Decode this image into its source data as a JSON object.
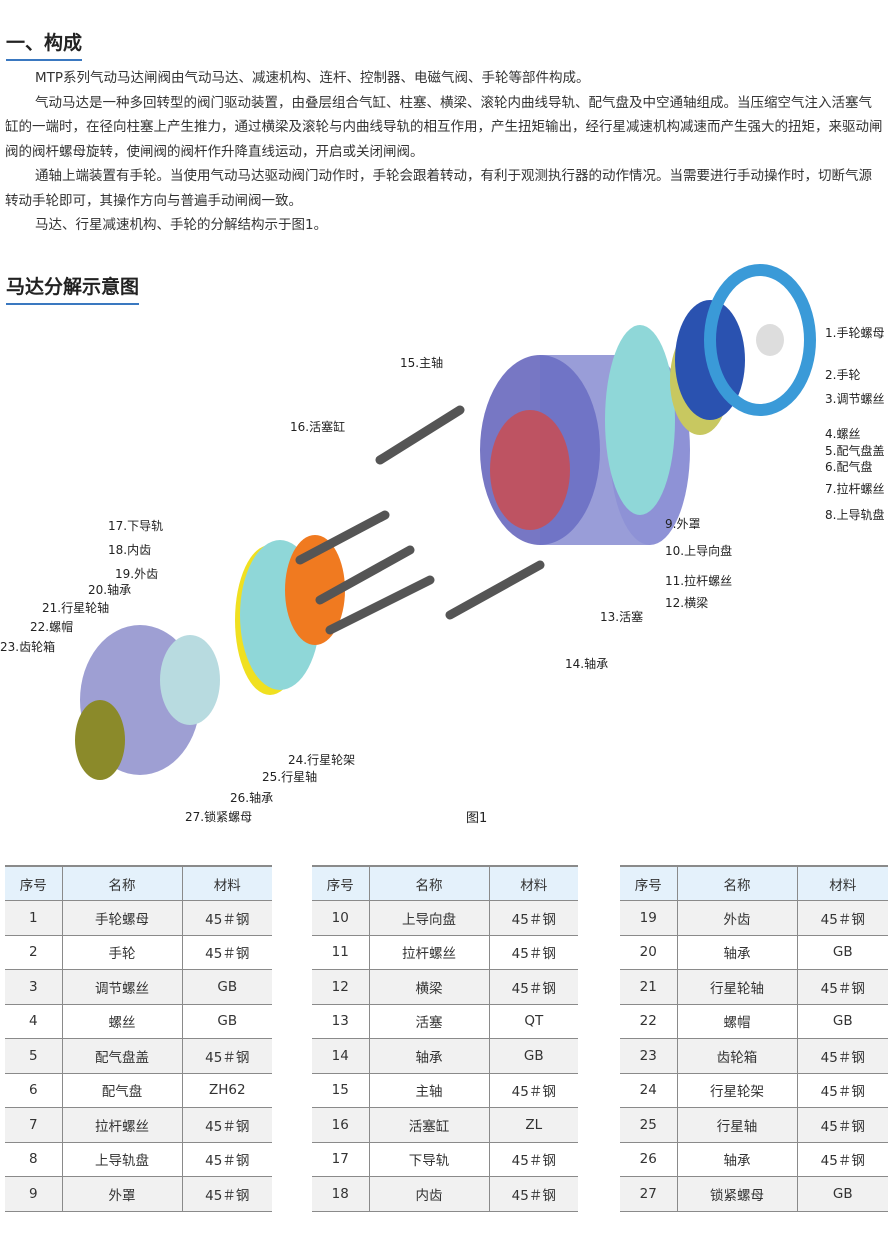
{
  "section1": {
    "title": "一、构成",
    "paragraphs": [
      "MTP系列气动马达闸阀由气动马达、减速机构、连杆、控制器、电磁气阀、手轮等部件构成。",
      "气动马达是一种多回转型的阀门驱动装置，由叠层组合气缸、柱塞、横梁、滚轮内曲线导轨、配气盘及中空通轴组成。当压缩空气注入活塞气缸的一端时，在径向柱塞上产生推力，通过横梁及滚轮与内曲线导轨的相互作用，产生扭矩输出，经行星减速机构减速而产生强大的扭矩，来驱动闸阀的阀杆螺母旋转，使闸阀的阀杆作升降直线运动，开启或关闭闸阀。",
      "通轴上端装置有手轮。当使用气动马达驱动阀门动作时，手轮会跟着转动，有利于观测执行器的动作情况。当需要进行手动操作时，切断气源转动手轮即可，其操作方向与普遍手动闸阀一致。",
      "马达、行星减速机构、手轮的分解结构示于图1。"
    ]
  },
  "section2": {
    "title": "马达分解示意图",
    "figure_caption": "图1",
    "labels": [
      "1.手轮螺母",
      "2.手轮",
      "3.调节螺丝",
      "4.螺丝",
      "5.配气盘盖",
      "6.配气盘",
      "7.拉杆螺丝",
      "8.上导轨盘",
      "9.外罩",
      "10.上导向盘",
      "11.拉杆螺丝",
      "12.横梁",
      "13.活塞",
      "14.轴承",
      "15.主轴",
      "16.活塞缸",
      "17.下导轨",
      "18.内齿",
      "19.外齿",
      "20.轴承",
      "21.行星轮轴",
      "22.螺帽",
      "23.齿轮箱",
      "24.行星轮架",
      "25.行星轴",
      "26.轴承",
      "27.锁紧螺母"
    ]
  },
  "tables": {
    "headers": [
      "序号",
      "名称",
      "材料"
    ],
    "t1": [
      [
        "1",
        "手轮螺母",
        "45＃钢"
      ],
      [
        "2",
        "手轮",
        "45＃钢"
      ],
      [
        "3",
        "调节螺丝",
        "GB"
      ],
      [
        "4",
        "螺丝",
        "GB"
      ],
      [
        "5",
        "配气盘盖",
        "45＃钢"
      ],
      [
        "6",
        "配气盘",
        "ZH62"
      ],
      [
        "7",
        "拉杆螺丝",
        "45＃钢"
      ],
      [
        "8",
        "上导轨盘",
        "45＃钢"
      ],
      [
        "9",
        "外罩",
        "45＃钢"
      ]
    ],
    "t2": [
      [
        "10",
        "上导向盘",
        "45＃钢"
      ],
      [
        "11",
        "拉杆螺丝",
        "45＃钢"
      ],
      [
        "12",
        "横梁",
        "45＃钢"
      ],
      [
        "13",
        "活塞",
        "QT"
      ],
      [
        "14",
        "轴承",
        "GB"
      ],
      [
        "15",
        "主轴",
        "45＃钢"
      ],
      [
        "16",
        "活塞缸",
        "ZL"
      ],
      [
        "17",
        "下导轨",
        "45＃钢"
      ],
      [
        "18",
        "内齿",
        "45＃钢"
      ]
    ],
    "t3": [
      [
        "19",
        "外齿",
        "45＃钢"
      ],
      [
        "20",
        "轴承",
        "GB"
      ],
      [
        "21",
        "行星轮轴",
        "45＃钢"
      ],
      [
        "22",
        "螺帽",
        "GB"
      ],
      [
        "23",
        "齿轮箱",
        "45＃钢"
      ],
      [
        "24",
        "行星轮架",
        "45＃钢"
      ],
      [
        "25",
        "行星轴",
        "45＃钢"
      ],
      [
        "26",
        "轴承",
        "45＃钢"
      ],
      [
        "27",
        "锁紧螺母",
        "GB"
      ]
    ]
  }
}
